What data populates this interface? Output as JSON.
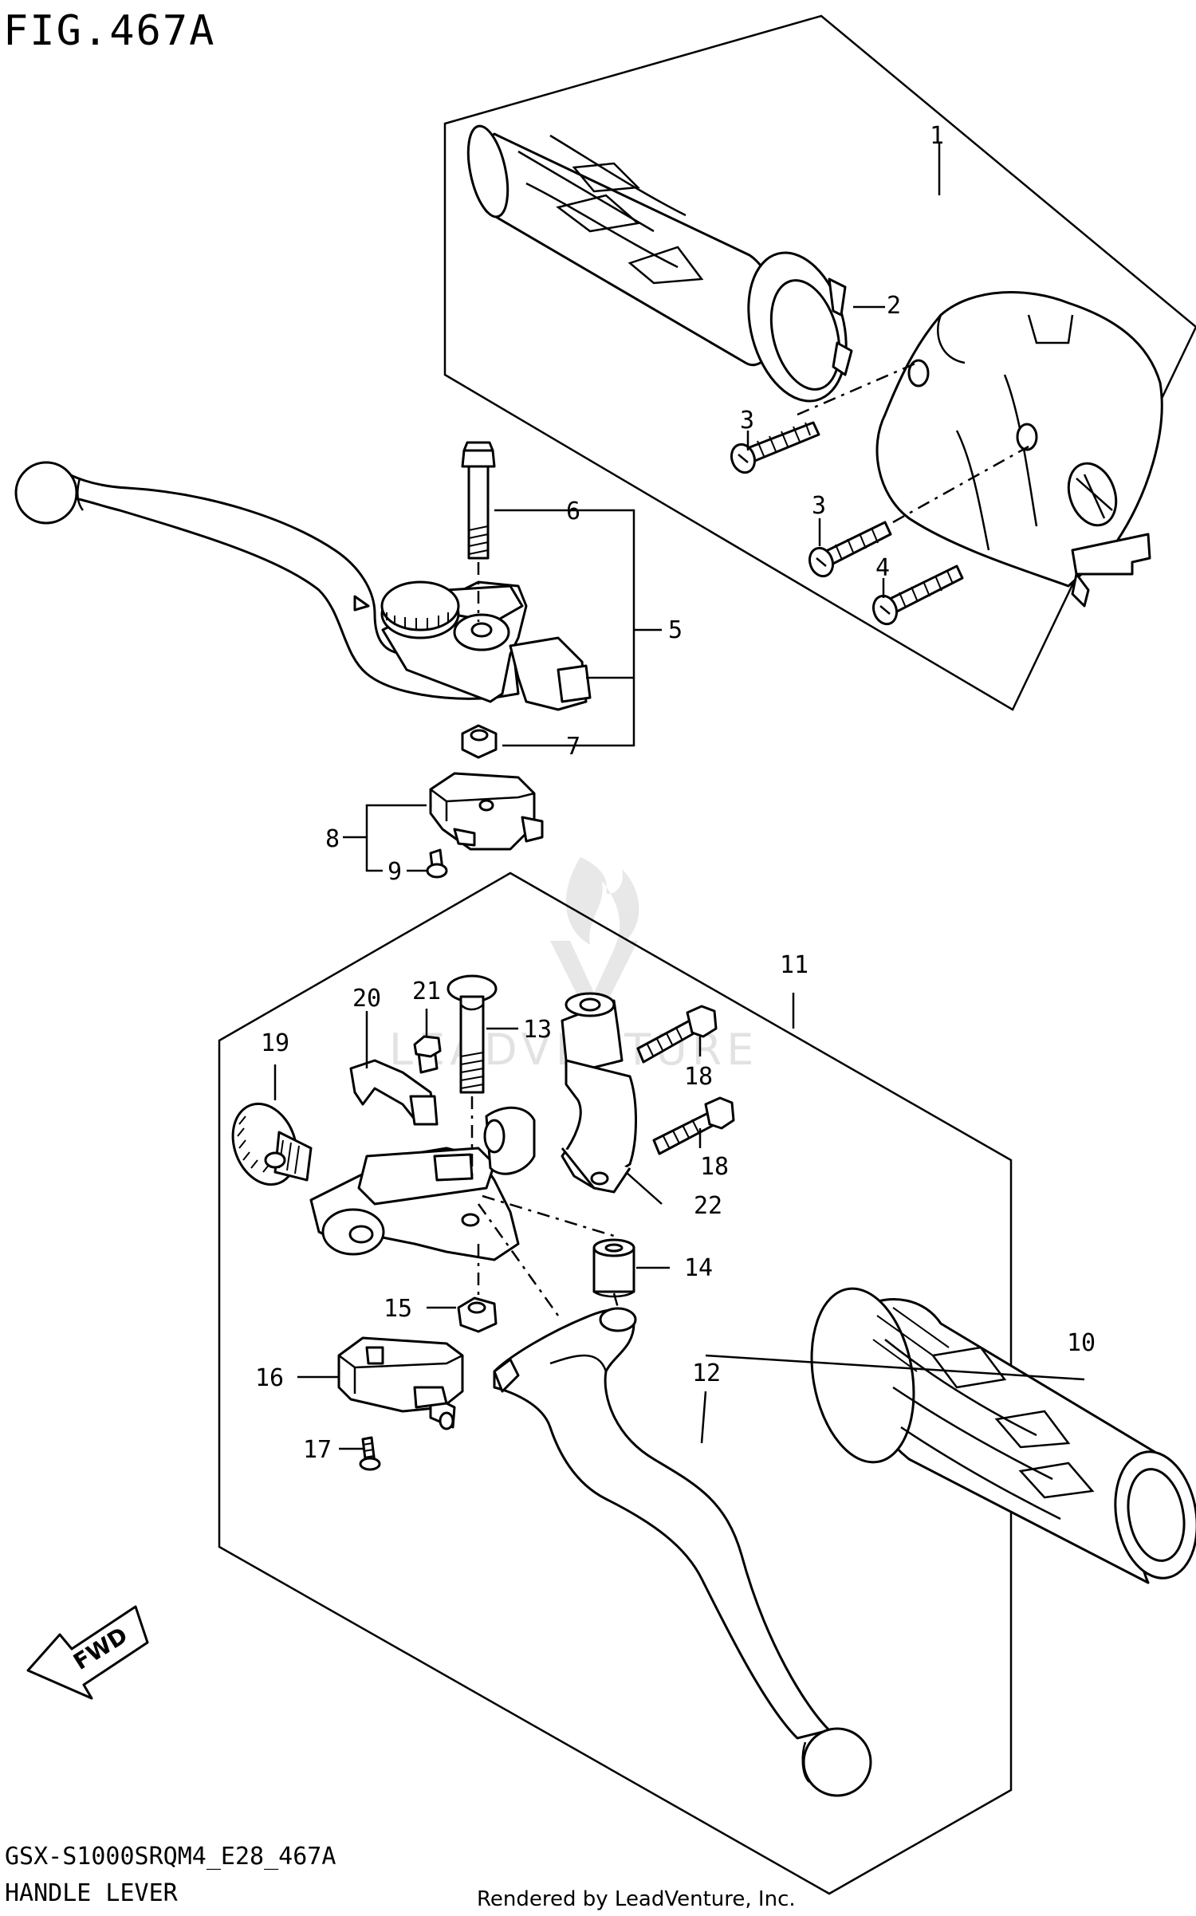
{
  "figure_title": "FIG.467A",
  "model_code": "GSX-S1000SRQM4_E28_467A",
  "section_name": "HANDLE LEVER",
  "credit": "Rendered by LeadVenture, Inc.",
  "watermark": "LEADVENTURE",
  "fwd_label": "FWD",
  "callouts": {
    "c1": "1",
    "c2": "2",
    "c3a": "3",
    "c3b": "3",
    "c4": "4",
    "c5": "5",
    "c6": "6",
    "c7": "7",
    "c8": "8",
    "c9": "9",
    "c10": "10",
    "c11": "11",
    "c12": "12",
    "c13": "13",
    "c14": "14",
    "c15": "15",
    "c16": "16",
    "c17": "17",
    "c18a": "18",
    "c18b": "18",
    "c19": "19",
    "c20": "20",
    "c21": "21",
    "c22": "22"
  }
}
